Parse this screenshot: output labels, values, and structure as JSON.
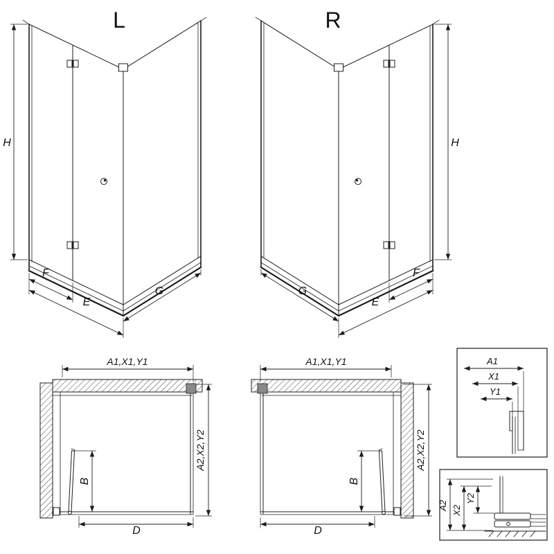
{
  "drawing": {
    "type": "technical-diagram",
    "subject": "corner shower enclosure with bi-fold door, left and right variants",
    "colors": {
      "line": "#1c1c1c",
      "background": "#ffffff",
      "hatch": "#444444",
      "bracket": "#8a8a8a"
    }
  },
  "views": {
    "persp_l": {
      "label": "L",
      "dim_height": "H",
      "dim_f": "F",
      "dim_e": "E",
      "dim_g": "G"
    },
    "persp_r": {
      "label": "R",
      "dim_height": "H",
      "dim_f": "F",
      "dim_e": "E",
      "dim_g": "G"
    },
    "plan_l": {
      "dim_top": "A1,X1,Y1",
      "dim_side": "A2,X2,Y2",
      "dim_door": "B",
      "dim_width": "D"
    },
    "plan_r": {
      "dim_top": "A1,X1,Y1",
      "dim_side": "A2,X2,Y2",
      "dim_door": "B",
      "dim_width": "D"
    },
    "detail_top": {
      "dim_a": "A1",
      "dim_x": "X1",
      "dim_y": "Y1"
    },
    "detail_bottom": {
      "dim_a": "A2",
      "dim_x": "X2",
      "dim_y": "Y2"
    }
  }
}
